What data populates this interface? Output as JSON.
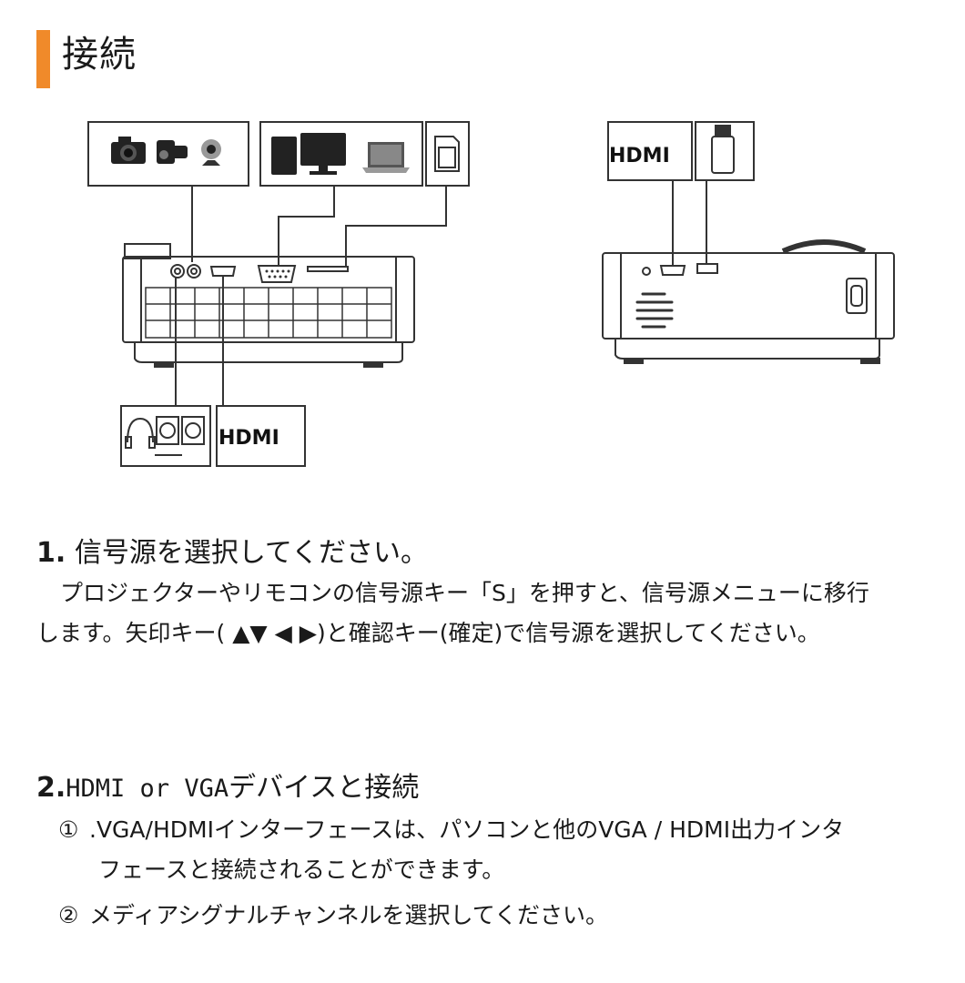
{
  "title": "接続",
  "hdmi_text": "HDMI",
  "section1": {
    "heading_num": "1.",
    "heading": "信号源を選択してください。",
    "body_line1": "プロジェクターやリモコンの信号源キー「S」を押すと、信号源メニューに移行",
    "body_line2": "します。矢印キー( ▲▼ ◀ ▶)と確認キー(確定)で信号源を選択してください。"
  },
  "section2": {
    "heading_num": "2.",
    "heading": "HDMI or VGA",
    "heading_suffix": "デバイスと接続",
    "items": [
      {
        "mark": "①",
        "text_line1": ".VGA/HDMIインターフェースは、パソコンと他のVGA / HDMI出力インタ",
        "text_line2": "フェースと接続されることができます。"
      },
      {
        "mark": "②",
        "text_line1": "メディアシグナルチャンネルを選択してください。",
        "text_line2": ""
      }
    ]
  },
  "colors": {
    "accent": "#f08a2a",
    "text": "#1a1a1a",
    "line": "#333333"
  }
}
